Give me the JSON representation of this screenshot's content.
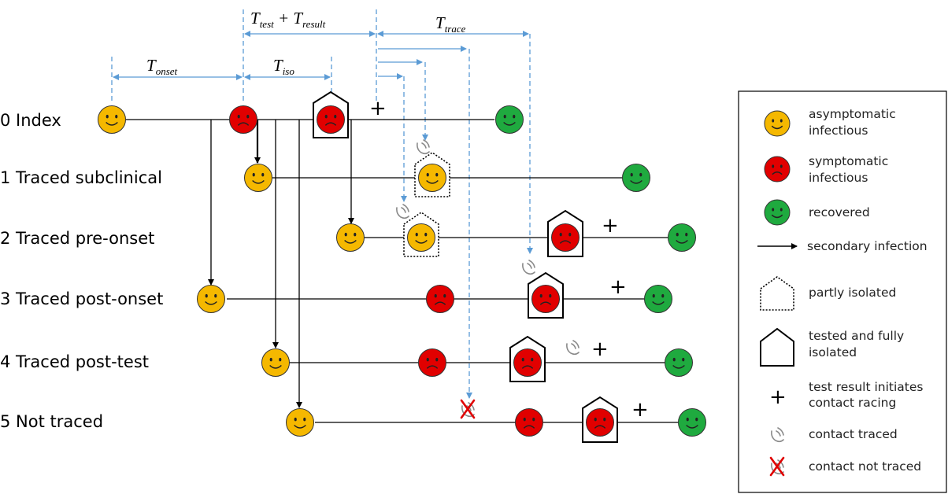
{
  "rows": [
    {
      "label": "0 Index"
    },
    {
      "label": "1 Traced subclinical"
    },
    {
      "label": "2 Traced pre-onset"
    },
    {
      "label": "3 Traced post-onset"
    },
    {
      "label": "4 Traced post-test"
    },
    {
      "label": "5 Not traced"
    }
  ],
  "intervals": {
    "onset": {
      "base": "T",
      "sub": "onset"
    },
    "iso": {
      "base": "T",
      "sub": "iso"
    },
    "test_result": {
      "base1": "T",
      "sub1": "test",
      "plus": " + ",
      "base2": "T",
      "sub2": "result"
    },
    "trace": {
      "base": "T",
      "sub": "trace"
    }
  },
  "plus_symbol": "+",
  "legend": {
    "items": [
      {
        "icon": "asymptomatic-face-icon",
        "lines": [
          "asymptomatic",
          "infectious"
        ]
      },
      {
        "icon": "symptomatic-face-icon",
        "lines": [
          "symptomatic",
          "infectious"
        ]
      },
      {
        "icon": "recovered-face-icon",
        "lines": [
          "recovered"
        ]
      },
      {
        "icon": "arrow-icon",
        "lines": [
          "secondary infection"
        ]
      },
      {
        "icon": "dotted-house-icon",
        "lines": [
          "partly isolated"
        ]
      },
      {
        "icon": "house-icon",
        "lines": [
          "tested and fully",
          "isolated"
        ]
      },
      {
        "icon": "plus-icon",
        "lines": [
          "test result initiates",
          "contact racing"
        ]
      },
      {
        "icon": "phone-icon",
        "lines": [
          "contact traced"
        ]
      },
      {
        "icon": "phone-crossed-icon",
        "lines": [
          "contact not traced"
        ]
      }
    ]
  },
  "colors": {
    "asymptomatic": "#f5b800",
    "symptomatic": "#e10000",
    "recovered": "#1faa3f",
    "guide": "#5b9bd5",
    "line": "#000000"
  }
}
